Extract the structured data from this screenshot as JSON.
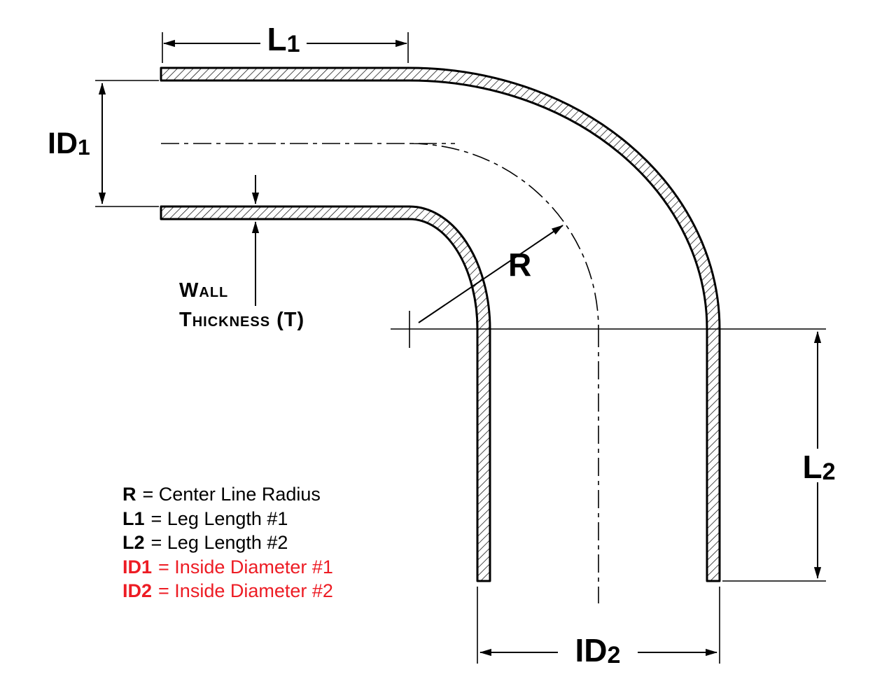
{
  "labels": {
    "l1": {
      "text": "L",
      "sub": "1"
    },
    "id1": {
      "text": "ID",
      "sub": "1"
    },
    "l2": {
      "text": "L",
      "sub": "2"
    },
    "id2": {
      "text": "ID",
      "sub": "2"
    },
    "r": "R"
  },
  "wall_thickness": {
    "line1": "Wall",
    "line2": "Thickness (T)"
  },
  "legend": [
    {
      "term": "R",
      "desc": "= Center Line Radius"
    },
    {
      "term": "L1",
      "desc": "= Leg Length #1"
    },
    {
      "term": "L2",
      "desc": "= Leg Length #2"
    },
    {
      "term": "ID1",
      "desc": "= Inside Diameter #1"
    },
    {
      "term": "ID2",
      "desc": "= Inside Diameter #2"
    }
  ],
  "colors": {
    "dimension_red": "#ed1c24",
    "line_black": "#000000",
    "background": "#ffffff"
  }
}
